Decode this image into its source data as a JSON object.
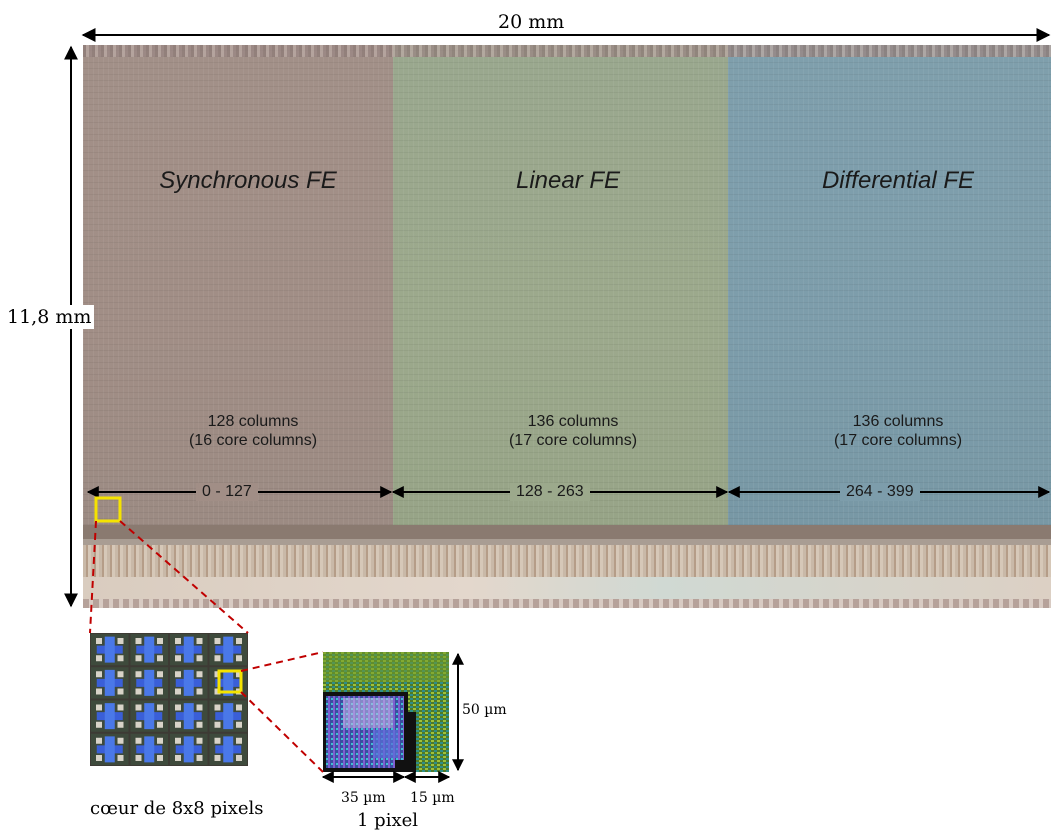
{
  "dimensions": {
    "width_label": "20 mm",
    "height_label": "11,8 mm"
  },
  "front_ends": [
    {
      "name": "Synchronous FE",
      "columns": "128 columns",
      "core_columns": "(16 core columns)",
      "range": "0 - 127",
      "color": "#a18e86"
    },
    {
      "name": "Linear FE",
      "columns": "136 columns",
      "core_columns": "(17 core columns)",
      "range": "128 - 263",
      "color": "#9ca98c"
    },
    {
      "name": "Differential FE",
      "columns": "136 columns",
      "core_columns": "(17 core columns)",
      "range": "264 - 399",
      "color": "#7d9dab"
    }
  ],
  "core_view": {
    "caption": "cœur de 8x8 pixels"
  },
  "pixel_view": {
    "caption": "1 pixel",
    "height_label": "50 µm",
    "width_label_a": "35 µm",
    "width_label_b": "15 µm"
  },
  "colors": {
    "highlight": "#f5e300",
    "zoom_line": "#c00000"
  }
}
